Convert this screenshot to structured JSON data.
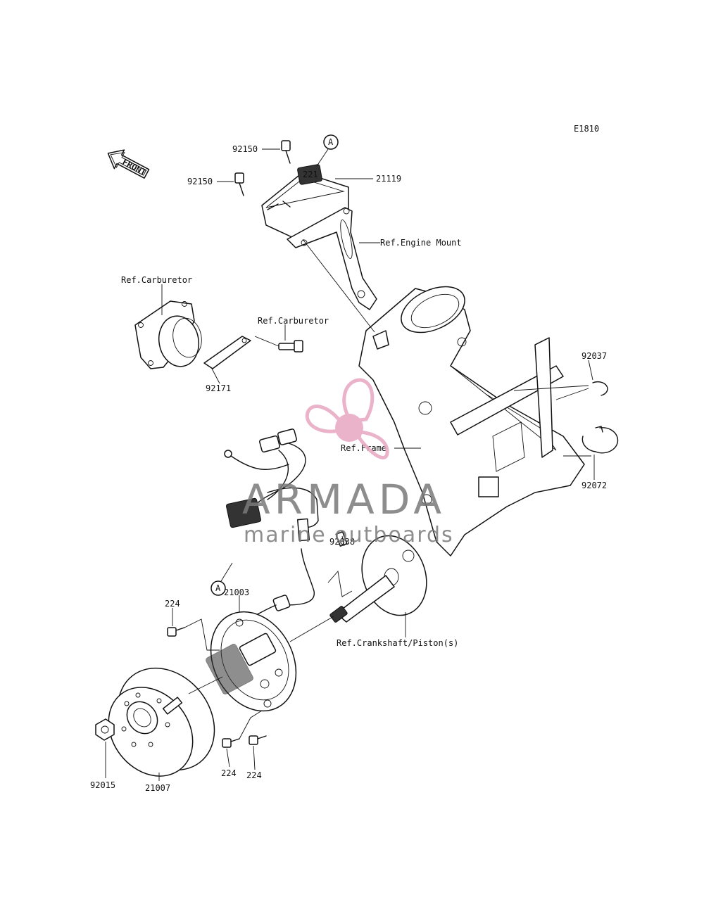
{
  "diagram_code": "E1810",
  "front_label": "FRONT",
  "connector_marker": "A",
  "callouts": {
    "c92150_top": "92150",
    "c92150_left": "92150",
    "c21119": "21119",
    "ref_engine_mount": "Ref.Engine Mount",
    "ref_carburetor_1": "Ref.Carburetor",
    "ref_carburetor_2": "Ref.Carburetor",
    "c92171": "92171",
    "c92037": "92037",
    "ref_frame": "Ref.Frame",
    "c92072": "92072",
    "c92038": "92038",
    "c224_top": "224",
    "c21003": "21003",
    "ref_crankshaft": "Ref.Crankshaft/Piston(s)",
    "c92015": "92015",
    "c21007": "21007",
    "c224_bottom_left": "224",
    "c224_bottom_right": "224"
  },
  "watermark": {
    "brand": "ARMADA",
    "tagline": "marine outboards",
    "colors": {
      "logo": "#e8a6c0",
      "text": "#7a7a7a"
    }
  }
}
